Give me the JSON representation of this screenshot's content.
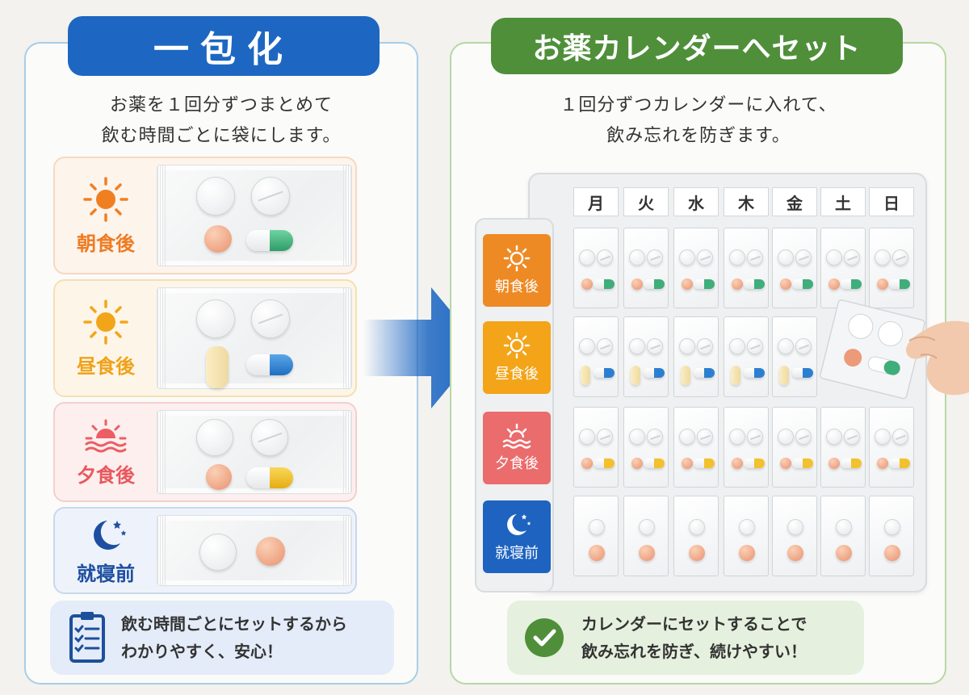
{
  "left": {
    "title": "一包化",
    "description": [
      "お薬を１回分ずつまとめて",
      "飲む時間ごとに袋にします。"
    ],
    "rows": [
      {
        "label": "朝食後",
        "icon": "sun-icon",
        "color": "#ee7b22"
      },
      {
        "label": "昼食後",
        "icon": "sun-icon",
        "color": "#f0a21a"
      },
      {
        "label": "夕食後",
        "icon": "sunset-icon",
        "color": "#e8585e"
      },
      {
        "label": "就寝前",
        "icon": "moon-icon",
        "color": "#1d4ea0"
      }
    ],
    "note": [
      "飲む時間ごとにセットするから",
      "わかりやすく、安心！"
    ]
  },
  "right": {
    "title": "お薬カレンダーへセット",
    "description": [
      "１回分ずつカレンダーに入れて、",
      "飲み忘れを防ぎます。"
    ],
    "days": [
      "月",
      "火",
      "水",
      "木",
      "金",
      "土",
      "日"
    ],
    "times": [
      {
        "label": "朝食後",
        "color": "#ee8a24"
      },
      {
        "label": "昼食後",
        "color": "#f3a418"
      },
      {
        "label": "夕食後",
        "color": "#ea6c6c"
      },
      {
        "label": "就寝前",
        "color": "#1e63c0"
      }
    ],
    "note": [
      "カレンダーにセットすることで",
      "飲み忘れを防ぎ、続けやすい！"
    ]
  },
  "colors": {
    "blue": "#1d67c2",
    "green": "#4f8f3a",
    "capsule_green": "#3fae7a",
    "capsule_blue": "#2c7fd0",
    "capsule_yellow": "#f2c12e",
    "peach": "#ec9a78"
  }
}
